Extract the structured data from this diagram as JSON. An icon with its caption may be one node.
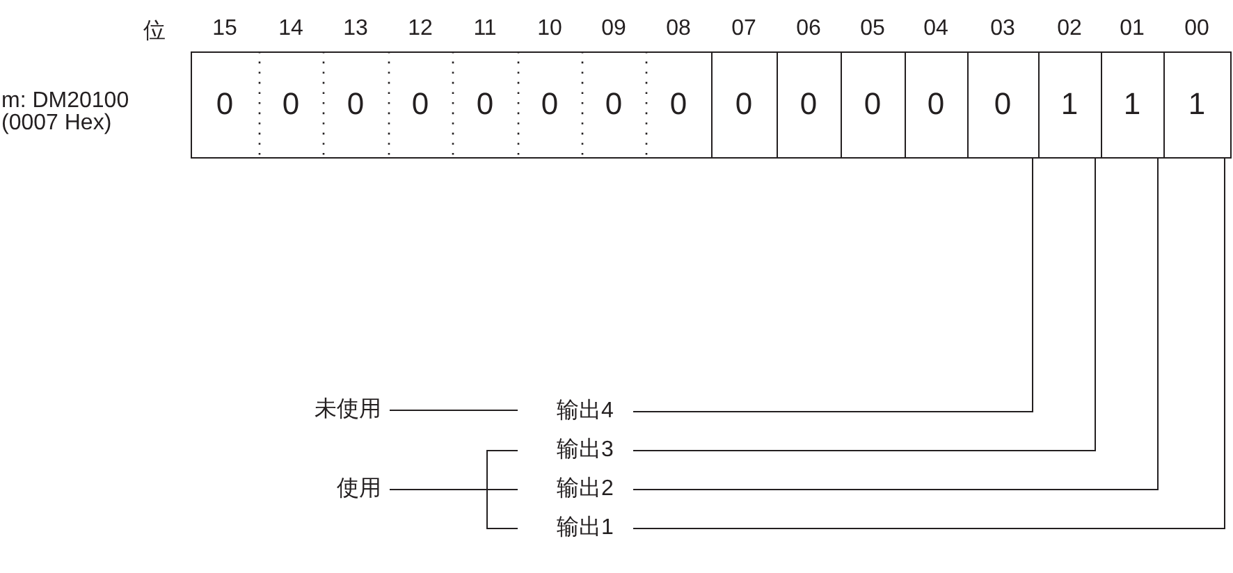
{
  "diagram": {
    "nodes": [
      {
        "text": [
          "0"
        ]
      },
      {
        "text": [
          "0"
        ]
      },
      {
        "text": [
          "0"
        ]
      },
      {
        "text": [
          "0"
        ]
      },
      {
        "text": [
          "0"
        ]
      },
      {
        "text": [
          "0"
        ]
      },
      {
        "text": [
          "0"
        ]
      },
      {
        "text": [
          "0"
        ]
      },
      {
        "text": [
          "0"
        ]
      },
      {
        "text": [
          "0"
        ]
      },
      {
        "text": [
          "0"
        ]
      },
      {
        "text": [
          "0"
        ]
      },
      {
        "text": [
          "0"
        ]
      },
      {
        "text": [
          "1"
        ]
      },
      {
        "text": [
          "1"
        ]
      },
      {
        "text": [
          "1"
        ]
      },
      {
        "text": [
          "输出4"
        ]
      },
      {
        "text": [
          "输出3"
        ]
      },
      {
        "text": [
          "输出2"
        ]
      },
      {
        "text": [
          "输出1"
        ]
      },
      {
        "text": [
          "未使用"
        ]
      },
      {
        "text": [
          "使用"
        ]
      }
    ],
    "edges": [
      {
        "from": 12,
        "to": 16,
        "arrow": "none"
      },
      {
        "from": 13,
        "to": 17,
        "arrow": "none"
      },
      {
        "from": 14,
        "to": 18,
        "arrow": "none"
      },
      {
        "from": 15,
        "to": 19,
        "arrow": "none"
      },
      {
        "from": 20,
        "to": 16,
        "arrow": "none"
      },
      {
        "from": 21,
        "to": 17,
        "arrow": "none"
      },
      {
        "from": 21,
        "to": 18,
        "arrow": "none"
      },
      {
        "from": 21,
        "to": 19,
        "arrow": "none"
      }
    ],
    "labels": [
      "位",
      "15",
      "14",
      "13",
      "12",
      "11",
      "10",
      "09",
      "08",
      "07",
      "06",
      "05",
      "04",
      "03",
      "02",
      "01",
      "00",
      "m: DM20100",
      "(0007 Hex)"
    ]
  }
}
